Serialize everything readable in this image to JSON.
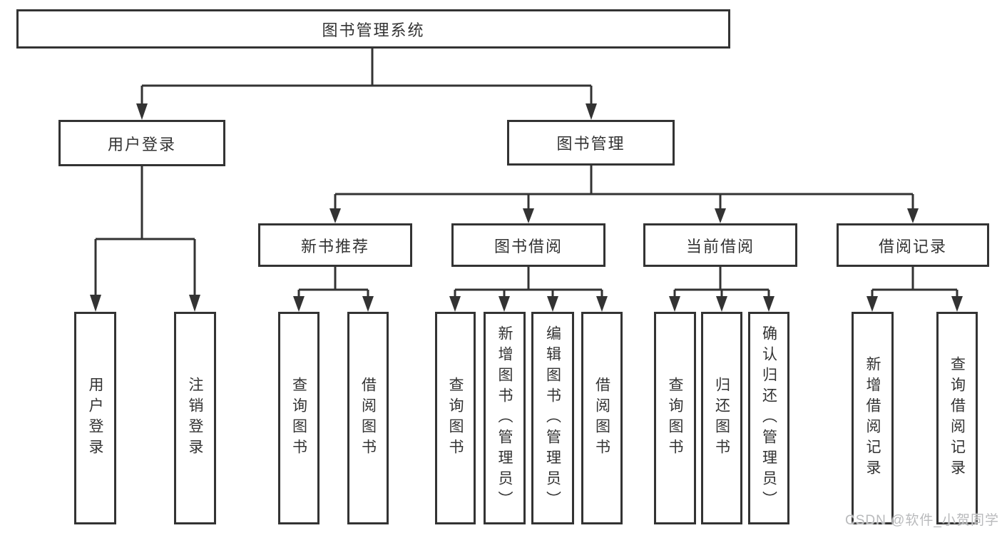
{
  "diagram": {
    "title": "图书管理系统",
    "branches": [
      {
        "label": "用户登录",
        "children": [
          {
            "label": "用户登录"
          },
          {
            "label": "注销登录"
          }
        ]
      },
      {
        "label": "图书管理",
        "children": [
          {
            "label": "新书推荐",
            "children": [
              {
                "label": "查询图书"
              },
              {
                "label": "借阅图书"
              }
            ]
          },
          {
            "label": "图书借阅",
            "children": [
              {
                "label": "查询图书"
              },
              {
                "label": "新增图书（管理员）"
              },
              {
                "label": "编辑图书（管理员）"
              },
              {
                "label": "借阅图书"
              }
            ]
          },
          {
            "label": "当前借阅",
            "children": [
              {
                "label": "查询图书"
              },
              {
                "label": "归还图书"
              },
              {
                "label": "确认归还（管理员）"
              }
            ]
          },
          {
            "label": "借阅记录",
            "children": [
              {
                "label": "新增借阅记录"
              },
              {
                "label": "查询借阅记录"
              }
            ]
          }
        ]
      }
    ]
  },
  "watermark": "CSDN @软件_小贺同学",
  "colors": {
    "line": "#333333",
    "text": "#333333",
    "background": "#ffffff",
    "watermark": "#b9babc"
  }
}
